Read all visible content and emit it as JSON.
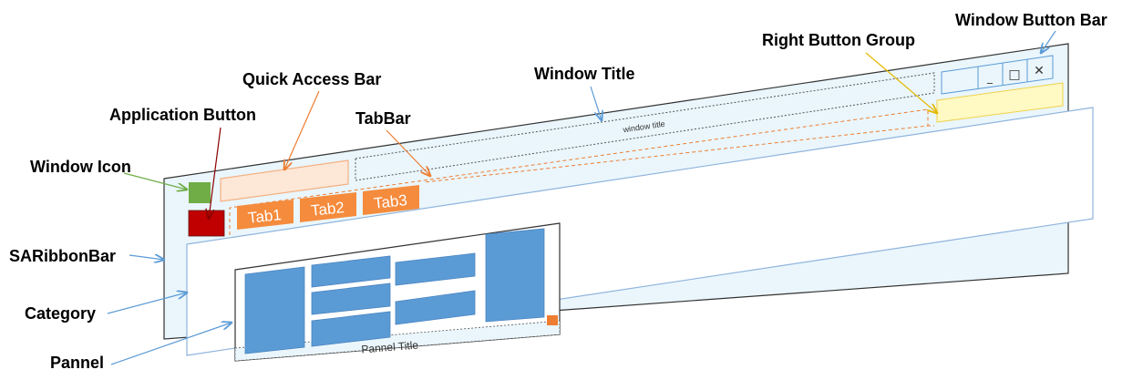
{
  "labels": {
    "window_button_bar": "Window Button Bar",
    "right_button_group": "Right Button Group",
    "quick_access_bar": "Quick Access Bar",
    "window_title": "Window Title",
    "application_button": "Application Button",
    "tab_bar": "TabBar",
    "window_icon": "Window Icon",
    "ribbon_bar": "SARibbonBar",
    "category": "Category",
    "pannel": "Pannel"
  },
  "window": {
    "title_text": "window title",
    "minimize_glyph": "_",
    "maximize_glyph": "□",
    "close_glyph": "✕"
  },
  "tabs": [
    "Tab1",
    "Tab2",
    "Tab3"
  ],
  "pannel": {
    "title": "Pannel Title"
  },
  "colors": {
    "window_fill": "#eaf6fc",
    "window_stroke": "#333333",
    "accent_blue": "#6aa0db",
    "tab_orange": "#f58b3c",
    "app_button_red": "#c00000",
    "icon_green": "#70ad47",
    "right_group_yellow": "#fff9c4",
    "arrow_orange": "#ed7d31",
    "arrow_dark_red": "#8b0000",
    "arrow_gold": "#e6b800",
    "arrow_blue": "#5b9bd5",
    "arrow_green": "#70ad47"
  }
}
